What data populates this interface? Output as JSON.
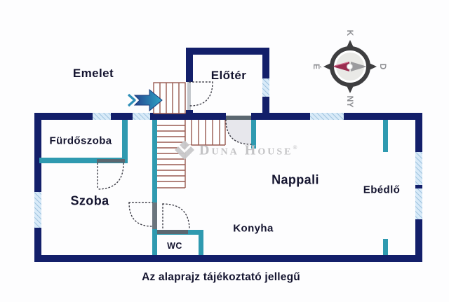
{
  "labels": {
    "upper_floor": "Emelet",
    "foyer": "Előtér",
    "bathroom": "Fürdőszoba",
    "room": "Szoba",
    "living_room": "Nappali",
    "dining_room": "Ebédlő",
    "kitchen": "Konyha",
    "wc": "WC"
  },
  "caption": "Az alaprajz tájékoztató jellegű",
  "watermark": {
    "brand": "Duna House",
    "registered_mark": "®"
  },
  "compass": {
    "top": "K",
    "right": "D",
    "bottom": "NY",
    "left": "É"
  },
  "colors": {
    "wall": "#131f6a",
    "partition": "#2f9ab0",
    "window_bg": "#d8eaf8",
    "window_stripe": "#8fb8d8",
    "stairs": "#985a50",
    "door_leaf": "#5b6770",
    "arrow_start": "#24468f",
    "arrow_end": "#2fa6c6",
    "compass_body": "#3e3e40",
    "compass_needle_north": "#9b2d50",
    "compass_needle_south": "#9b9b9e",
    "watermark": "#c3c3c5",
    "text": "#14142f"
  }
}
